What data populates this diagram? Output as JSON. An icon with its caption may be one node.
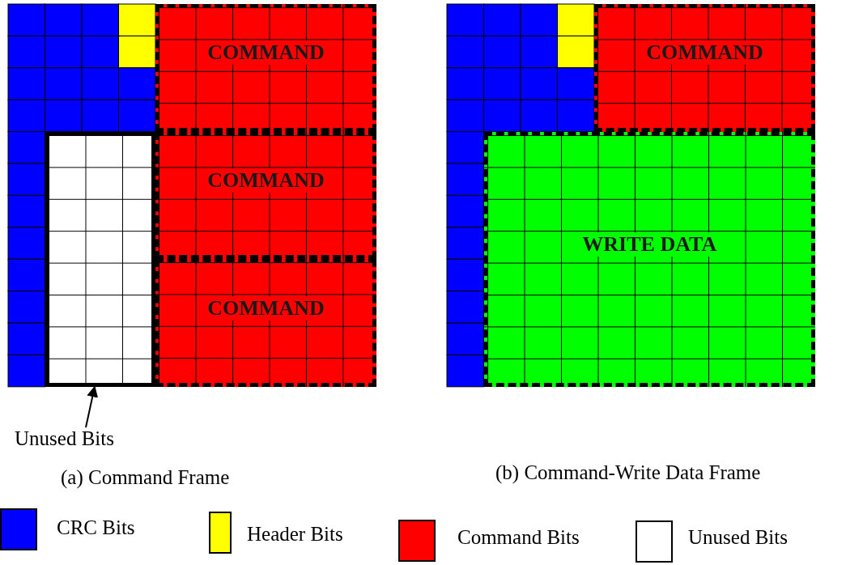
{
  "diagram": {
    "nodes": [
      {
        "text": [
          "COMMAND"
        ]
      },
      {
        "text": [
          "COMMAND"
        ]
      },
      {
        "text": [
          "COMMAND"
        ]
      },
      {
        "text": [],
        "shape": "box"
      },
      {
        "text": [
          "Unused Bits"
        ]
      },
      {
        "text": [
          "COMMAND"
        ]
      },
      {
        "text": [
          "WRITE DATA"
        ]
      }
    ],
    "edges": [
      {
        "from": 4,
        "to": 3,
        "arrow": "to"
      }
    ],
    "labels": [
      "(a) Command Frame",
      "(b) Command-Write Data Frame"
    ],
    "legend": [
      {
        "text": "CRC Bits",
        "color": "#0000ff"
      },
      {
        "text": "Header Bits",
        "color": "#ffff00"
      },
      {
        "text": "Command Bits",
        "color": "#ff0000"
      },
      {
        "text": "Unused Bits",
        "color": "#ffffff"
      }
    ]
  }
}
